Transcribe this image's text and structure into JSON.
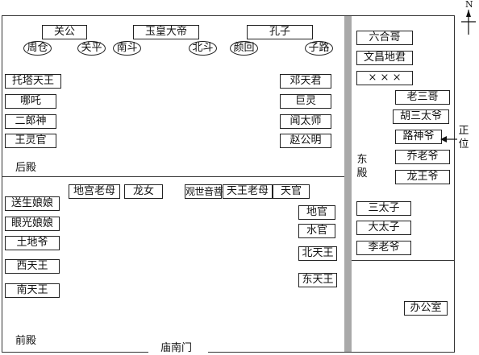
{
  "compass": {
    "north": "N"
  },
  "back_hall": {
    "label": "后殿",
    "top_row": [
      "关公",
      "玉皇大帝",
      "孔子"
    ],
    "ovals": [
      "周仓",
      "关平",
      "南斗",
      "北斗",
      "颜回",
      "子路"
    ],
    "left_column": [
      "托塔天王",
      "哪吒",
      "二郎神",
      "王灵官"
    ],
    "right_column": [
      "邓天君",
      "巨灵",
      "闻太师",
      "赵公明"
    ]
  },
  "front_hall": {
    "label": "前殿",
    "top_row": [
      "地宫老母",
      "龙女",
      "观世音菩萨",
      "天王老母",
      "天官"
    ],
    "left_column": [
      "送生娘娘",
      "眼光娘娘",
      "土地爷",
      "西天王",
      "南天王"
    ],
    "right_column": [
      "地官",
      "水官",
      "北天王",
      "东天王"
    ]
  },
  "gate": {
    "label": "庙南门"
  },
  "east_hall": {
    "label": "东殿",
    "upper_items": [
      "六合哥",
      "文昌地君",
      "× × ×"
    ],
    "upper_right_items": [
      "老三哥",
      "胡三太爷",
      "路神爷",
      "乔老爷",
      "龙王爷"
    ],
    "lower_items": [
      "三太子",
      "大太子",
      "李老爷"
    ]
  },
  "main_position": {
    "label": "正位"
  },
  "office": {
    "label": "办公室"
  }
}
